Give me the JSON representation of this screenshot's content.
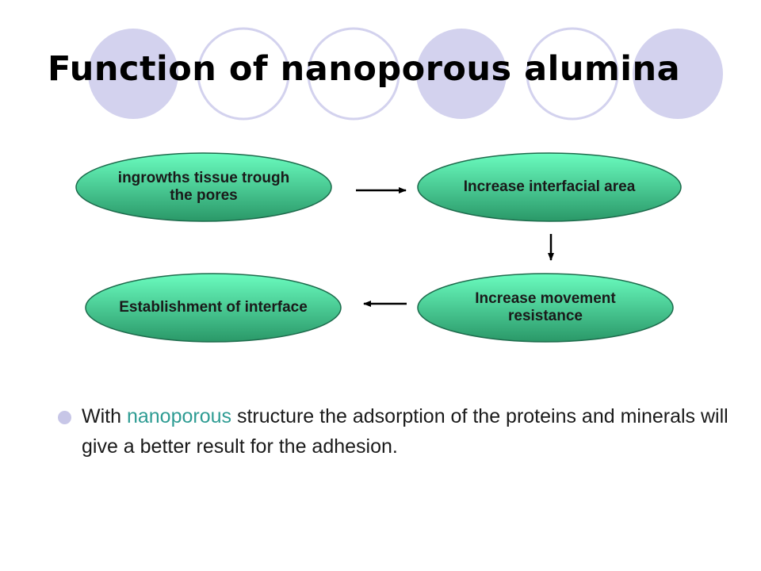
{
  "title": "Function of nanoporous alumina",
  "colors": {
    "circle_fill": "#d3d2ee",
    "circle_stroke": "#d3d2ee",
    "node_top": "#6afcbf",
    "node_bottom": "#2a9868",
    "node_stroke": "#1d6b4c",
    "bullet": "#c7c6e7",
    "highlight": "#2e9c93",
    "arrow": "#000000"
  },
  "nodes": {
    "ingrowth": "ingrowths tissue trough\nthe pores",
    "interfacial_area": "Increase interfacial area",
    "movement_resistance": "Increase movement\nresistance",
    "interface": "Establishment of interface"
  },
  "bullet": {
    "pre": "With ",
    "highlight": "nanoporous",
    "post": " structure the adsorption of the proteins and minerals will give a better result for the adhesion."
  }
}
